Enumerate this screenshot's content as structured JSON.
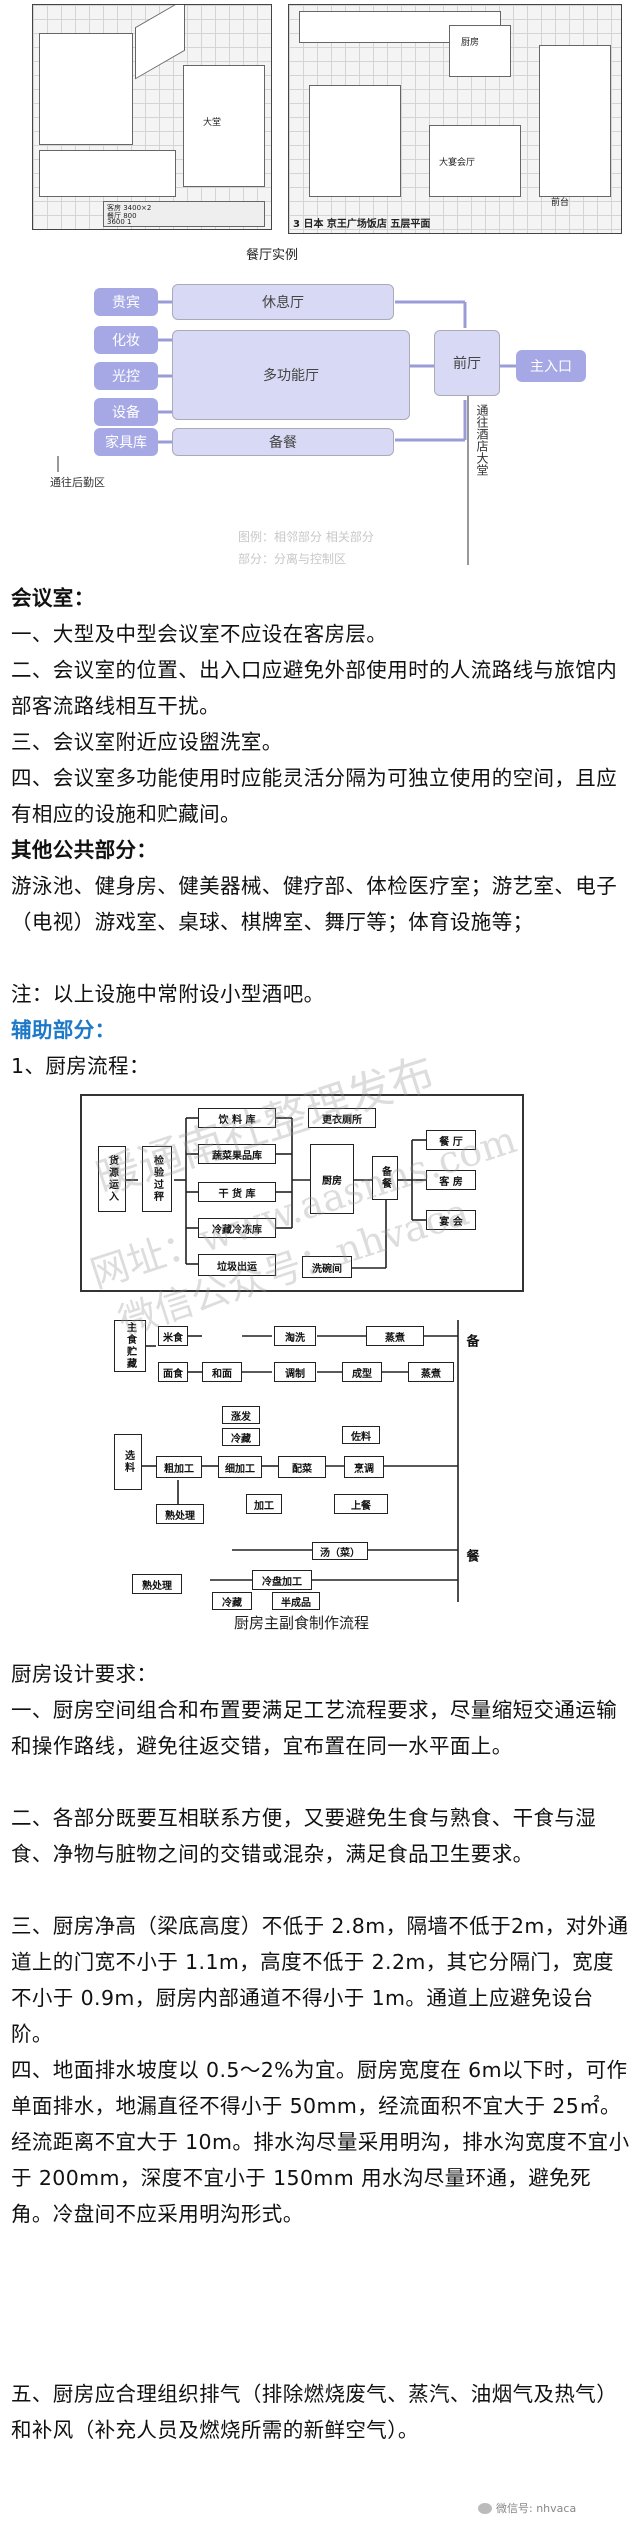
{
  "plans": {
    "left_room_label": "大堂",
    "left_table": [
      "客房 3400×2",
      "餐厅 800",
      "3600 1"
    ],
    "right_room_labels": [
      "厨房",
      "大宴会厅",
      "前台"
    ],
    "right_caption": "3  日本  京王广场饭店 五层平面"
  },
  "plan_caption": "餐厅实例",
  "flow": {
    "left_items": [
      "贵宾",
      "化妆",
      "光控",
      "设备",
      "家具库"
    ],
    "rest_hall": "休息厅",
    "multi_hall": "多功能厅",
    "prep": "备餐",
    "front_hall": "前厅",
    "main_entry": "主入口",
    "back_area": "通往后勤区",
    "to_lobby": "通往酒店大堂",
    "faded_note_1": "图例：相邻部分  相关部分",
    "faded_note_2": "部分：分离与控制区"
  },
  "section1": {
    "title": "会议室：",
    "items": [
      "一、大型及中型会议室不应设在客房层。",
      "二、会议室的位置、出入口应避免外部使用时的人流路线与旅馆内部客流路线相互干扰。",
      "三、会议室附近应设盥洗室。",
      "四、会议室多功能使用时应能灵活分隔为可独立使用的空间，且应有相应的设施和贮藏间。"
    ]
  },
  "section2": {
    "title": "其他公共部分：",
    "body": "游泳池、健身房、健美器械、健疗部、体检医疗室；游艺室、电子（电视）游戏室、桌球、棋牌室、舞厅等；体育设施等；",
    "note": "注：以上设施中常附设小型酒吧。"
  },
  "section3": {
    "title": "辅助部分：",
    "sub": "1、厨房流程："
  },
  "watermarks": [
    "暖通南社整理发布",
    "网址：www.aasnns.com",
    "微信公众号：nhvaca"
  ],
  "kitchen1": {
    "left": [
      "货源运入",
      "检验过秤"
    ],
    "stores": [
      "饮  料  库",
      "蔬菜果品库",
      "干  货  库",
      "冷藏冷冻库"
    ],
    "waste": "垃圾出运",
    "manage": "更衣厕所",
    "kitchen": "厨房",
    "prep": "备餐",
    "dish": "洗碗间",
    "outs": [
      "餐  厅",
      "客  房",
      "宴  会"
    ]
  },
  "kitchen2": {
    "left_a": "主食贮藏",
    "left_b": "选料",
    "top_row": [
      "米食",
      "面食",
      "淘洗",
      "蒸煮"
    ],
    "row2": [
      "和面",
      "调制",
      "成型",
      "蒸煮"
    ],
    "mid": [
      "涨发",
      "冷藏",
      "佐料",
      "粗加工",
      "细加工",
      "配菜",
      "烹调",
      "熟处理",
      "加工",
      "上餐",
      "冷盘加工",
      "半成品",
      "冷藏"
    ],
    "soup": "汤（菜）",
    "cook2": "熟处理",
    "right_top": "备",
    "right_bot": "餐",
    "caption": "厨房主副食制作流程"
  },
  "kitchen_req": {
    "title": "厨房设计要求：",
    "items": [
      "一、厨房空间组合和布置要满足工艺流程要求，尽量缩短交通运输和操作路线，避免往返交错，宜布置在同一水平面上。",
      "二、各部分既要互相联系方便，又要避免生食与熟食、干食与湿食、净物与脏物之间的交错或混杂，满足食品卫生要求。",
      "三、厨房净高（梁底高度）不低于 2.8m，隔墙不低于2m，对外通道上的门宽不小于 1.1m，高度不低于 2.2m，其它分隔门，宽度不小于 0.9m，厨房内部通道不得小于 1m。通道上应避免设台阶。",
      "四、地面排水坡度以 0.5～2%为宜。厨房宽度在 6m以下时，可作单面排水，地漏直径不得小于 50mm，经流面积不宜大于 25㎡。经流距离不宜大于 10m。排水沟尽量采用明沟，排水沟宽度不宜小于 200mm，深度不宜小于 150mm 用水沟尽量环通，避免死角。冷盘间不应采用明沟形式。",
      "五、厨房应合理组织排气（排除燃烧废气、蒸汽、油烟气及热气）和补风（补充人员及燃烧所需的新鲜空气）。"
    ]
  },
  "footer_wechat": "微信号: nhvaca"
}
